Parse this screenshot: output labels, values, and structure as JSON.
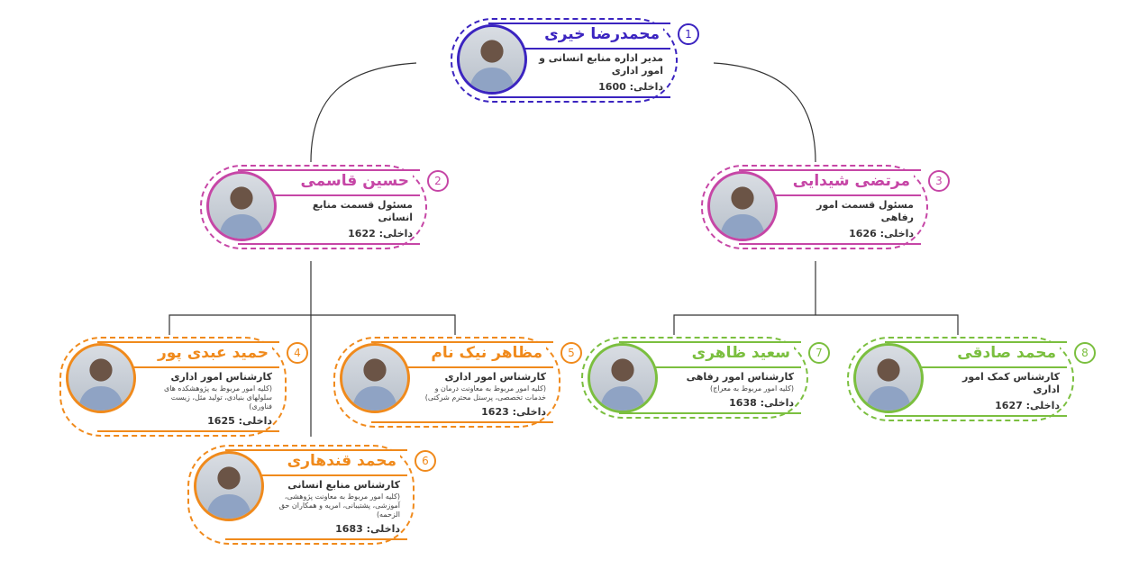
{
  "ext_label": "داخلی:",
  "colors": {
    "level1": "#3b24c0",
    "level2": "#c646a6",
    "orange": "#f08a1c",
    "green": "#7bbf3f",
    "line": "#333333"
  },
  "people": [
    {
      "number": "1",
      "name": "محمدرضا خیری",
      "title": "مدیر اداره منابع انسانی و امور اداری",
      "note": "",
      "ext": "1600",
      "color": "#3b24c0"
    },
    {
      "number": "2",
      "name": "حسین قاسمی",
      "title": "مسئول قسمت منابع انسانی",
      "note": "",
      "ext": "1622",
      "color": "#c646a6"
    },
    {
      "number": "3",
      "name": "مرتضی شیدایی",
      "title": "مسئول قسمت امور رفاهی",
      "note": "",
      "ext": "1626",
      "color": "#c646a6"
    },
    {
      "number": "4",
      "name": "حمید عبدی پور",
      "title": "کارشناس امور اداری",
      "note": "(کلیه امور مربوط به پژوهشکده های سلولهای بنیادی، تولید مثل، زیست فناوری)",
      "ext": "1625",
      "color": "#f08a1c"
    },
    {
      "number": "5",
      "name": "مظاهر نیک نام",
      "title": "کارشناس امور اداری",
      "note": "(کلیه امور مربوط به معاونت درمان و خدمات تخصصی، پرسنل محترم شرکتی)",
      "ext": "1623",
      "color": "#f08a1c"
    },
    {
      "number": "6",
      "name": "محمد قندهاری",
      "title": "کارشناس منابع انسانی",
      "note": "(کلیه امور مربوط به معاونت پژوهشی، آموزشی، پشتیبانی، امریه و همکاران حق الزحمه)",
      "ext": "1683",
      "color": "#f08a1c"
    },
    {
      "number": "7",
      "name": "سعید ظاهری",
      "title": "کارشناس امور رفاهی",
      "note": "(کلیه امور مربوط به معراج)",
      "ext": "1638",
      "color": "#7bbf3f"
    },
    {
      "number": "8",
      "name": "محمد صادقی",
      "title": "کارشناس کمک امور اداری",
      "note": "",
      "ext": "1627",
      "color": "#7bbf3f"
    }
  ]
}
